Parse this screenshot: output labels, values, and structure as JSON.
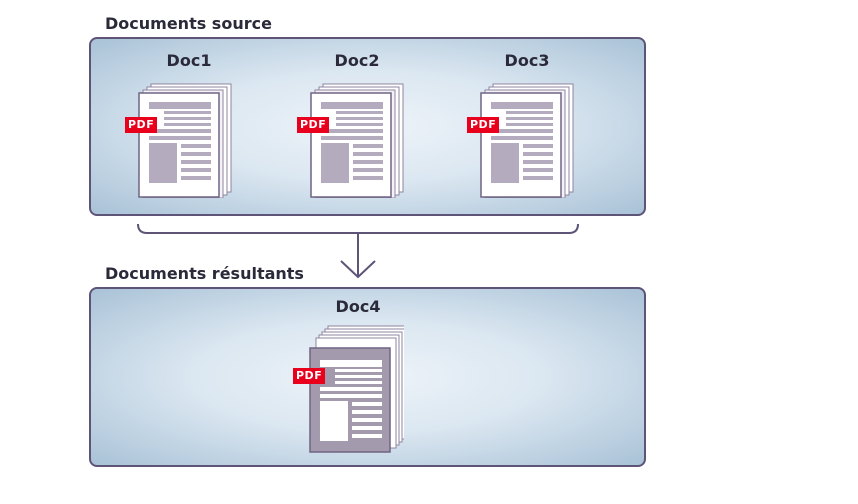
{
  "source": {
    "label": "Documents source",
    "docs": [
      {
        "name": "Doc1",
        "badge": "PDF"
      },
      {
        "name": "Doc2",
        "badge": "PDF"
      },
      {
        "name": "Doc3",
        "badge": "PDF"
      }
    ]
  },
  "result": {
    "label": "Documents résultants",
    "docs": [
      {
        "name": "Doc4",
        "badge": "PDF"
      }
    ]
  },
  "colors": {
    "border": "#5d5478",
    "pdf_badge": "#e8001c",
    "page_gray": "#b4abbe",
    "merged_doc_gray": "#a49aad"
  }
}
